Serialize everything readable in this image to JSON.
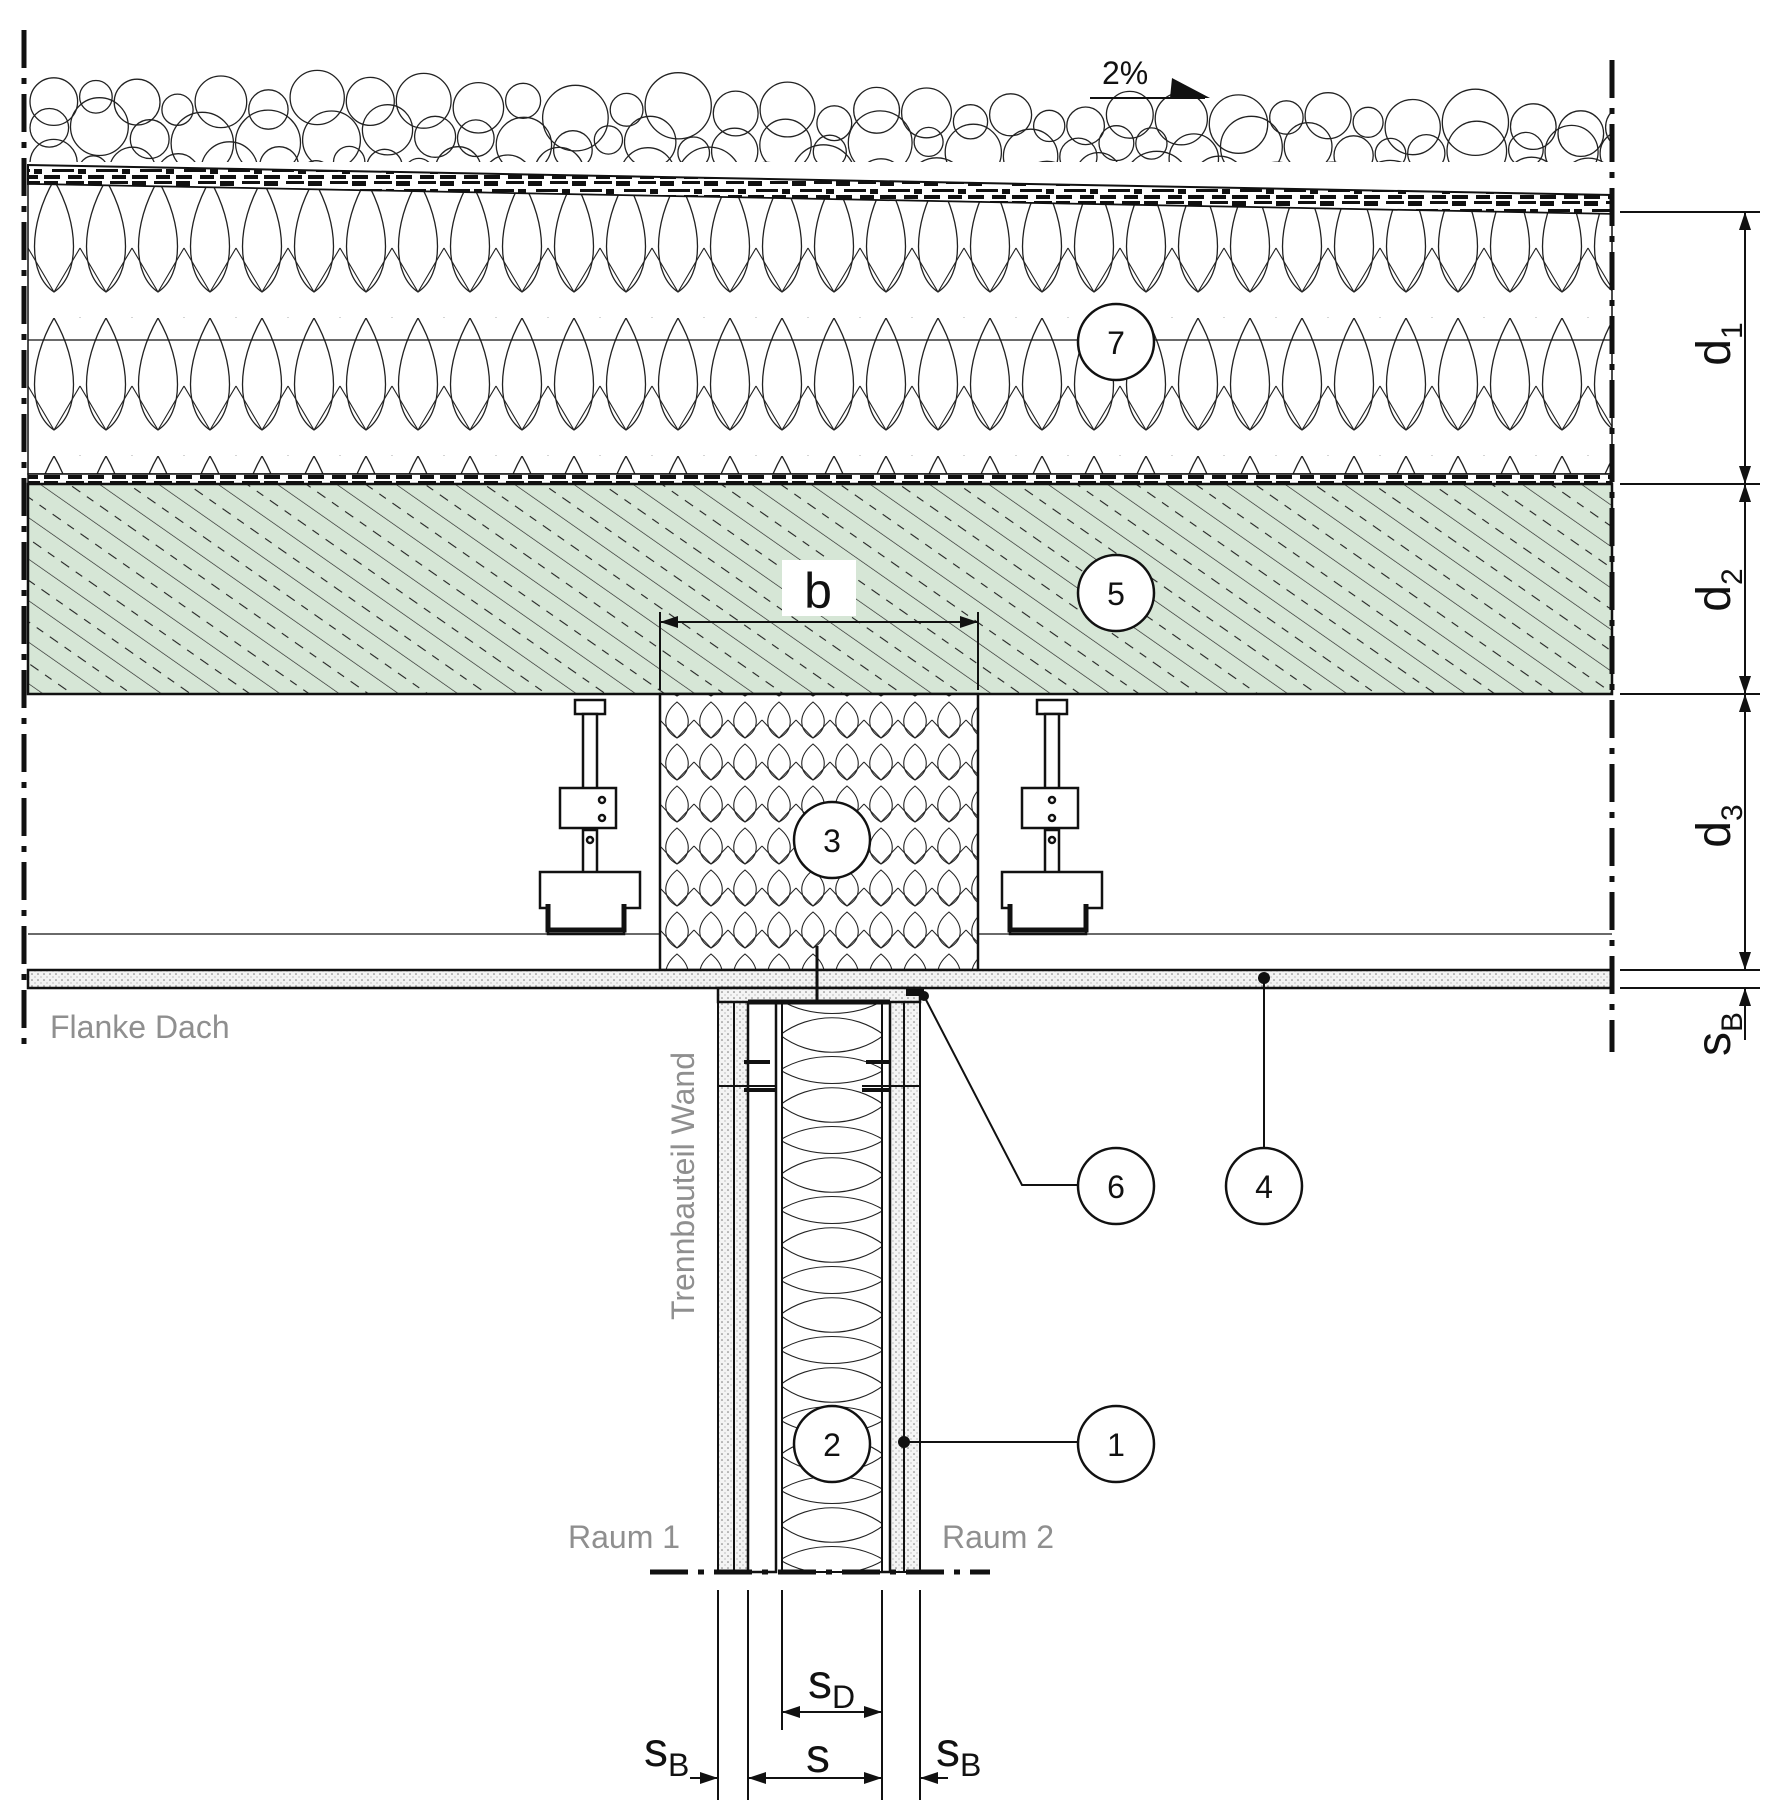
{
  "labels": {
    "slope": "2%",
    "flank": "Flanke Dach",
    "separating_wall": "Trennbauteil Wand",
    "room1": "Raum 1",
    "room2": "Raum 2"
  },
  "callouts": [
    "1",
    "2",
    "3",
    "4",
    "5",
    "6",
    "7"
  ],
  "dimensions": {
    "b": "b",
    "d1": "d",
    "d1_sub": "1",
    "d2": "d",
    "d2_sub": "2",
    "d3": "d",
    "d3_sub": "3",
    "sB": "s",
    "sB_sub": "B",
    "sD": "s",
    "sD_sub": "D",
    "s": "s"
  },
  "colors": {
    "concrete_fill": "#d6e6d6",
    "line": "#111111",
    "label_gray": "#8f8f8f"
  }
}
